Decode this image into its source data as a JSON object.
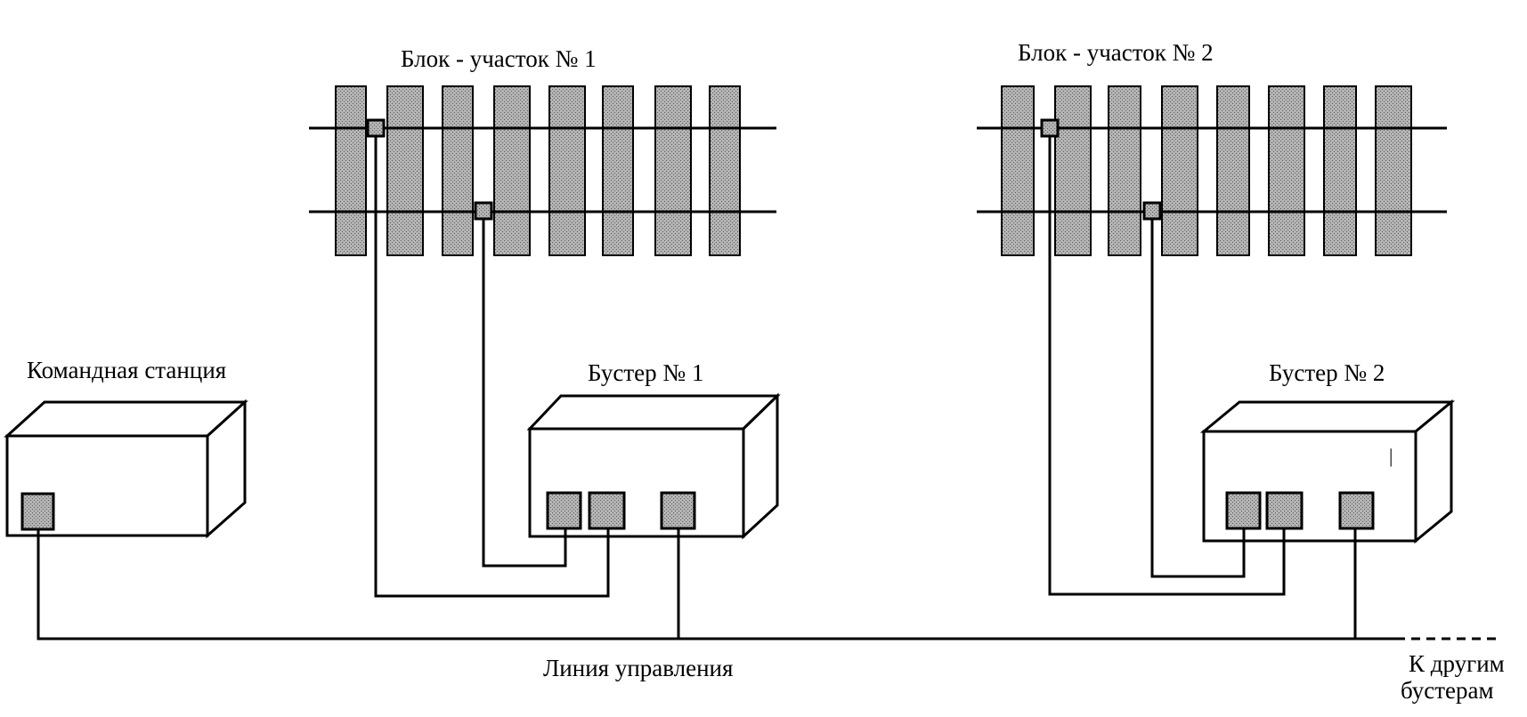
{
  "labels": {
    "block1": "Блок - участок № 1",
    "block2": "Блок - участок № 2",
    "command_station": "Командная станция",
    "booster1": "Бустер № 1",
    "booster2": "Бустер № 2",
    "control_line": "Линия  управления",
    "other_boosters_line1": "К другим",
    "other_boosters_line2": "бустерам",
    "booster2_mark": "|"
  },
  "colors": {
    "line": "#000000",
    "tie_fill": "#a8a8a8",
    "box_fill": "#ffffff"
  }
}
